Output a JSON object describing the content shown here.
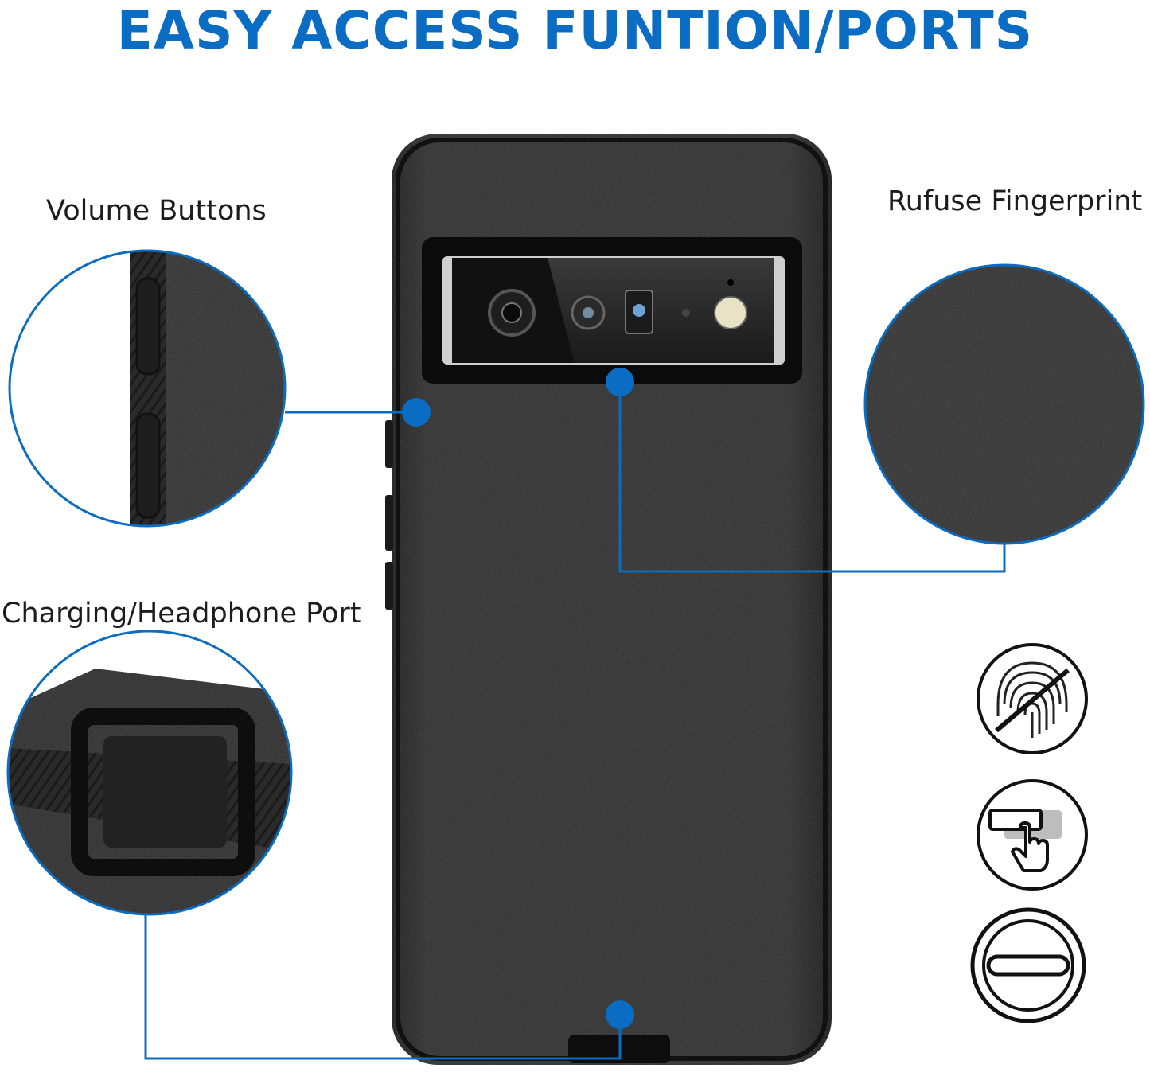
{
  "title": "EASY ACCESS FUNTION/PORTS",
  "labels": {
    "volume": "Volume Buttons",
    "fingerprint": "Rufuse Fingerprint",
    "charging": "Charging/Headphone Port"
  },
  "colors": {
    "accent": "#0a6cc2",
    "case": "#2b2b2b",
    "text": "#1c1c1c"
  },
  "icons": [
    "fingerprint-icon",
    "button-press-icon",
    "port-icon"
  ]
}
